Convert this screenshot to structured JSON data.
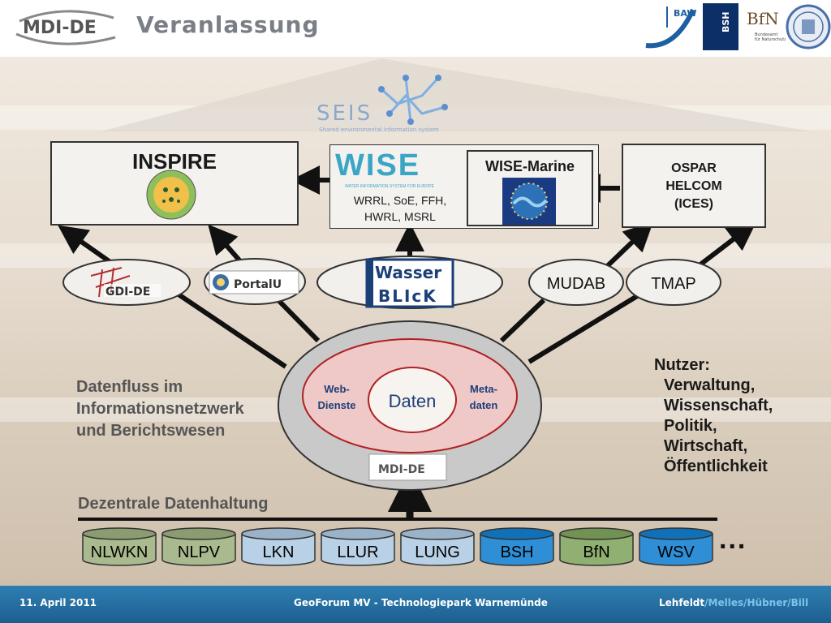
{
  "header": {
    "title": "Veranlassung",
    "logo_text": "MDI-DE",
    "partner_logos": [
      {
        "name": "baw-logo",
        "text": "BAW"
      },
      {
        "name": "bsh-logo",
        "text": "BSH"
      },
      {
        "name": "bfn-logo",
        "text": "BfN",
        "subtext": "Bundesamt für Naturschutz"
      },
      {
        "name": "university-seal-logo",
        "text": ""
      }
    ]
  },
  "top": {
    "seis_label": "SEIS",
    "seis_subtitle": "Shared environmental information system"
  },
  "boxes": {
    "inspire": {
      "title": "INSPIRE"
    },
    "wise": {
      "logo": "WISE",
      "logo_sub": "WATER INFORMATION SYSTEM FOR EUROPE",
      "text_line1": "WRRL, SoE, FFH,",
      "text_line2": "HWRL, MSRL"
    },
    "wise_marine": {
      "title": "WISE-Marine"
    },
    "ospar": {
      "line1": "OSPAR",
      "line2": "HELCOM",
      "line3": "(ICES)"
    }
  },
  "portals": {
    "gdi": "GDI-DE",
    "portalu": "PortalU",
    "wasserblick_top": "Wasser",
    "wasserblick_bottom": "BLIcK",
    "mudab": "MUDAB",
    "tmap": "TMAP"
  },
  "center": {
    "daten": "Daten",
    "web_line1": "Web-",
    "web_line2": "Dienste",
    "meta_line1": "Meta-",
    "meta_line2": "daten",
    "logo_text": "MDI-DE"
  },
  "left_text": {
    "line1": "Datenfluss im",
    "line2": "Informationsnetzwerk",
    "line3": "und Berichtswesen"
  },
  "right_text": {
    "title": "Nutzer:",
    "items": [
      "Verwaltung,",
      "Wissenschaft,",
      "Politik,",
      "Wirtschaft,",
      "Öffentlichkeit"
    ]
  },
  "decentral_label": "Dezentrale Datenhaltung",
  "sources": [
    {
      "label": "NLWKN",
      "color": "#a9bb8e"
    },
    {
      "label": "NLPV",
      "color": "#a9bb8e"
    },
    {
      "label": "LKN",
      "color": "#b9d1e6"
    },
    {
      "label": "LLUR",
      "color": "#b9d1e6"
    },
    {
      "label": "LUNG",
      "color": "#b9d1e6"
    },
    {
      "label": "BSH",
      "color": "#2f8fd6"
    },
    {
      "label": "BfN",
      "color": "#8fb070"
    },
    {
      "label": "WSV",
      "color": "#2f8fd6"
    }
  ],
  "ellipsis": "...",
  "footer": {
    "date": "11. April 2011",
    "event": "GeoForum MV - Technologiepark Warnemünde",
    "author": "Lehfeldt",
    "coauthors": "/Melles/Hübner/Bill"
  },
  "colors": {
    "footer_bg": "#2a78ab",
    "footer_accent": "#7fc3ea",
    "title_gray": "#7a7f86",
    "arrow": "#111111"
  }
}
